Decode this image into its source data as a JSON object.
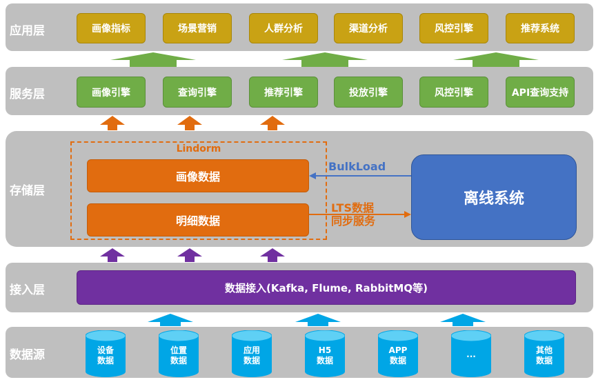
{
  "layers": {
    "application": {
      "label": "应用层",
      "items": [
        "画像指标",
        "场景营销",
        "人群分析",
        "渠道分析",
        "风控引擎",
        "推荐系统"
      ]
    },
    "service": {
      "label": "服务层",
      "items": [
        "画像引擎",
        "查询引擎",
        "推荐引擎",
        "投放引擎",
        "风控引擎",
        "API查询支持"
      ]
    },
    "storage": {
      "label": "存储层",
      "lindorm_title": "Lindorm",
      "portrait_data": "画像数据",
      "detail_data": "明细数据",
      "offline_system": "离线系统",
      "bulkload_label": "BulkLoad",
      "lts_label": "LTS数据\n同步服务"
    },
    "access": {
      "label": "接入层",
      "ingest": "数据接入(Kafka, Flume, RabbitMQ等)"
    },
    "source": {
      "label": "数据源",
      "items": [
        "设备\n数据",
        "位置\n数据",
        "应用\n数据",
        "H5\n数据",
        "APP\n数据",
        "...",
        "其他\n数据"
      ]
    }
  },
  "colors": {
    "layer_bg": "#bfbfbf",
    "application": "#c9a214",
    "service": "#70ad47",
    "storage": "#e16c0f",
    "offline": "#4472c4",
    "access": "#7030a0",
    "source": "#00a6e6"
  }
}
